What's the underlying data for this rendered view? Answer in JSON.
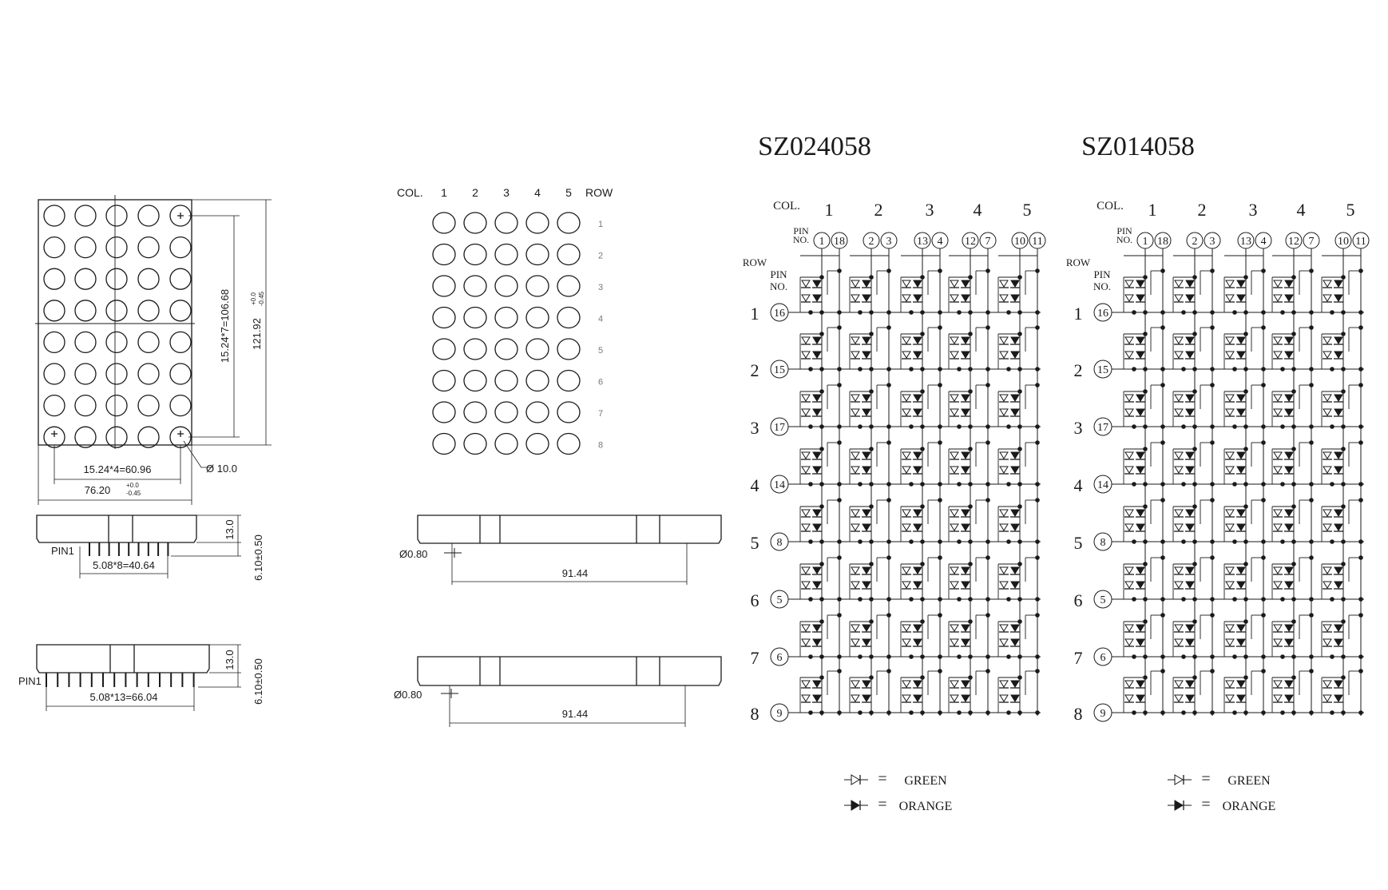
{
  "front_view": {
    "dim_row_pitch": "15.24*7=106.68",
    "dim_height": "121.92",
    "dim_height_tol_plus": "+0.0",
    "dim_height_tol_minus": "-0.45",
    "dim_col_pitch": "15.24*4=60.96",
    "dim_width": "76.20",
    "dim_width_tol_plus": "+0.0",
    "dim_width_tol_minus": "-0.45",
    "dim_dot_diameter": "Ø 10.0"
  },
  "side_view_upper": {
    "pin1_label": "PIN1",
    "dim_pin_pitch": "5.08*8=40.64",
    "dim_body_height": "13.0",
    "dim_pin_length": "6.10±0.50"
  },
  "side_view_lower": {
    "pin1_label": "PIN1",
    "dim_pin_pitch": "5.08*13=66.04",
    "dim_body_height": "13.0",
    "dim_pin_length": "6.10±0.50"
  },
  "matrix_view": {
    "col_label": "COL.",
    "row_label": "ROW",
    "col_numbers": [
      "1",
      "2",
      "3",
      "4",
      "5"
    ],
    "row_numbers": [
      "1",
      "2",
      "3",
      "4",
      "5",
      "6",
      "7",
      "8"
    ]
  },
  "bar_view_upper": {
    "dim_pin_diameter": "Ø0.80",
    "dim_span": "91.44"
  },
  "bar_view_lower": {
    "dim_pin_diameter": "Ø0.80",
    "dim_span": "91.44"
  },
  "schematics": [
    {
      "title": "SZ024058",
      "col_label": "COL.",
      "col_numbers": [
        "1",
        "2",
        "3",
        "4",
        "5"
      ],
      "col_pin_label": [
        "PIN",
        "NO."
      ],
      "col_pins": [
        [
          "1",
          "18"
        ],
        [
          "2",
          "3"
        ],
        [
          "13",
          "4"
        ],
        [
          "12",
          "7"
        ],
        [
          "10",
          "11"
        ]
      ],
      "row_label": "ROW",
      "row_pin_label": [
        "PIN",
        "NO."
      ],
      "row_numbers": [
        "1",
        "2",
        "3",
        "4",
        "5",
        "6",
        "7",
        "8"
      ],
      "row_pins": [
        "16",
        "15",
        "17",
        "14",
        "8",
        "5",
        "6",
        "9"
      ],
      "legend": [
        {
          "symbol": "open-diode",
          "label": "GREEN"
        },
        {
          "symbol": "filled-diode",
          "label": "ORANGE"
        }
      ]
    },
    {
      "title": "SZ014058",
      "col_label": "COL.",
      "col_numbers": [
        "1",
        "2",
        "3",
        "4",
        "5"
      ],
      "col_pin_label": [
        "PIN",
        "NO."
      ],
      "col_pins": [
        [
          "1",
          "18"
        ],
        [
          "2",
          "3"
        ],
        [
          "13",
          "4"
        ],
        [
          "12",
          "7"
        ],
        [
          "10",
          "11"
        ]
      ],
      "row_label": "ROW",
      "row_pin_label": [
        "PIN",
        "NO."
      ],
      "row_numbers": [
        "1",
        "2",
        "3",
        "4",
        "5",
        "6",
        "7",
        "8"
      ],
      "row_pins": [
        "16",
        "15",
        "17",
        "14",
        "8",
        "5",
        "6",
        "9"
      ],
      "legend": [
        {
          "symbol": "open-diode",
          "label": "GREEN"
        },
        {
          "symbol": "filled-diode",
          "label": "ORANGE"
        }
      ]
    }
  ],
  "colors": {
    "ink": "#1a1a1a",
    "paper": "#ffffff"
  }
}
